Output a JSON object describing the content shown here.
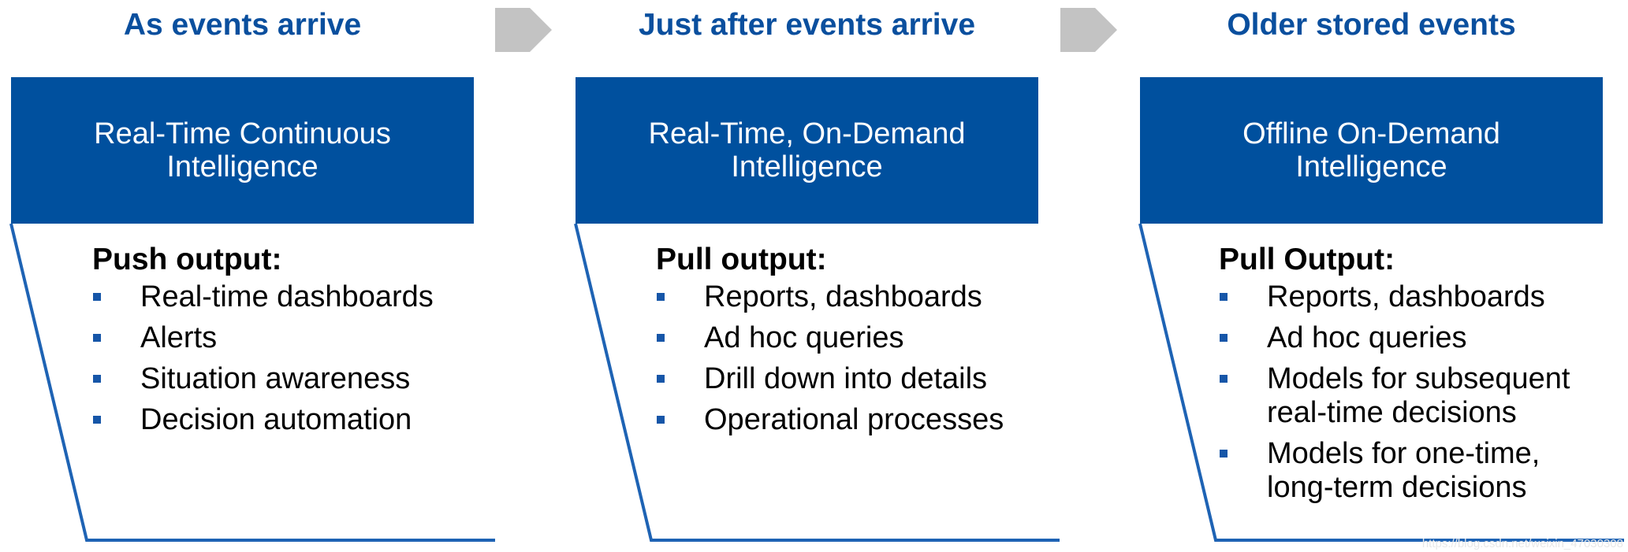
{
  "colors": {
    "title": "#0a4f9e",
    "header_bg": "#00509e",
    "outline": "#1e63b4",
    "bullet": "#1656a8",
    "arrow": "#c3c3c3"
  },
  "stages": [
    {
      "title": "As events arrive",
      "header": [
        "Real-Time Continuous",
        "Intelligence"
      ],
      "output_label": "Push output:",
      "items": [
        [
          "Real-time dashboards"
        ],
        [
          "Alerts"
        ],
        [
          "Situation awareness"
        ],
        [
          "Decision automation"
        ]
      ]
    },
    {
      "title": "Just after events arrive",
      "header": [
        "Real-Time, On-Demand",
        "Intelligence"
      ],
      "output_label": "Pull output:",
      "items": [
        [
          "Reports, dashboards"
        ],
        [
          "Ad hoc queries"
        ],
        [
          "Drill down into details"
        ],
        [
          "Operational processes"
        ]
      ]
    },
    {
      "title": "Older stored events",
      "header": [
        "Offline On-Demand",
        "Intelligence"
      ],
      "output_label": "Pull Output:",
      "items": [
        [
          "Reports, dashboards"
        ],
        [
          "Ad hoc queries"
        ],
        [
          "Models for subsequent",
          "real-time decisions"
        ],
        [
          "Models for one-time,",
          "long-term decisions"
        ]
      ]
    }
  ],
  "watermark": "https://blog.csdn.net/weixin_47030308"
}
